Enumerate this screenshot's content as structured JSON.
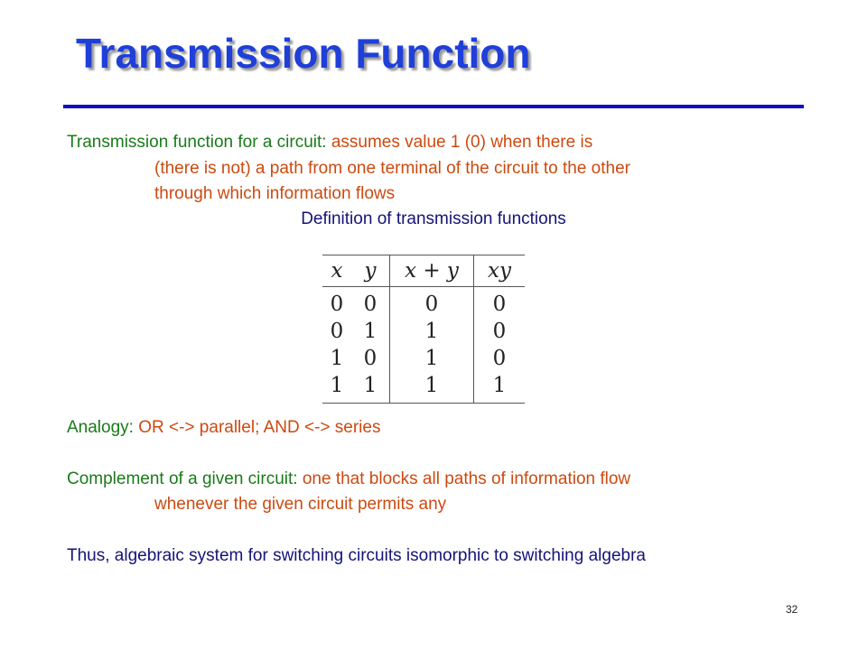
{
  "title": "Transmission Function",
  "definition": {
    "lead": "Transmission function for a circuit: ",
    "body_line1": "assumes value 1 (0) when there is",
    "body_line2": "(there is not) a path from one terminal of the circuit to the other",
    "body_line3": "through which information flows"
  },
  "table_caption": "Definition of transmission functions",
  "truth_table": {
    "headers": [
      "x",
      "y",
      "x + y",
      "xy"
    ],
    "rows": [
      [
        "0",
        "0",
        "0",
        "0"
      ],
      [
        "0",
        "1",
        "1",
        "0"
      ],
      [
        "1",
        "0",
        "1",
        "0"
      ],
      [
        "1",
        "1",
        "1",
        "1"
      ]
    ]
  },
  "analogy": {
    "lead": "Analogy: ",
    "body": "OR <-> parallel; AND <-> series"
  },
  "complement": {
    "lead": "Complement of a given circuit: ",
    "body_line1": "one that blocks all paths of information flow",
    "body_line2": "whenever the given circuit permits any"
  },
  "conclusion": "Thus, algebraic system for switching circuits isomorphic to switching algebra",
  "page_number": "32",
  "colors": {
    "title": "#1f3fd8",
    "rule": "#1010c8",
    "lead_text": "#1a7a1a",
    "body_text": "#cc4a10",
    "plain_text": "#141479"
  }
}
